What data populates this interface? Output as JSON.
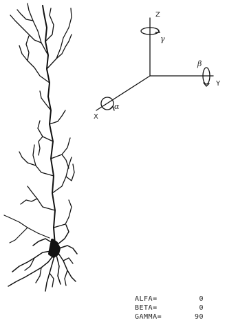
{
  "axes": {
    "z_label": "Z",
    "y_label": "Y",
    "x_label": "X",
    "gamma_symbol": "γ",
    "beta_symbol": "β",
    "alpha_symbol": "α"
  },
  "readout": {
    "rows": [
      {
        "label": "ALFA=",
        "value": "0"
      },
      {
        "label": "BETA=",
        "value": "0"
      },
      {
        "label": "GAMMA=",
        "value": "90"
      }
    ]
  }
}
